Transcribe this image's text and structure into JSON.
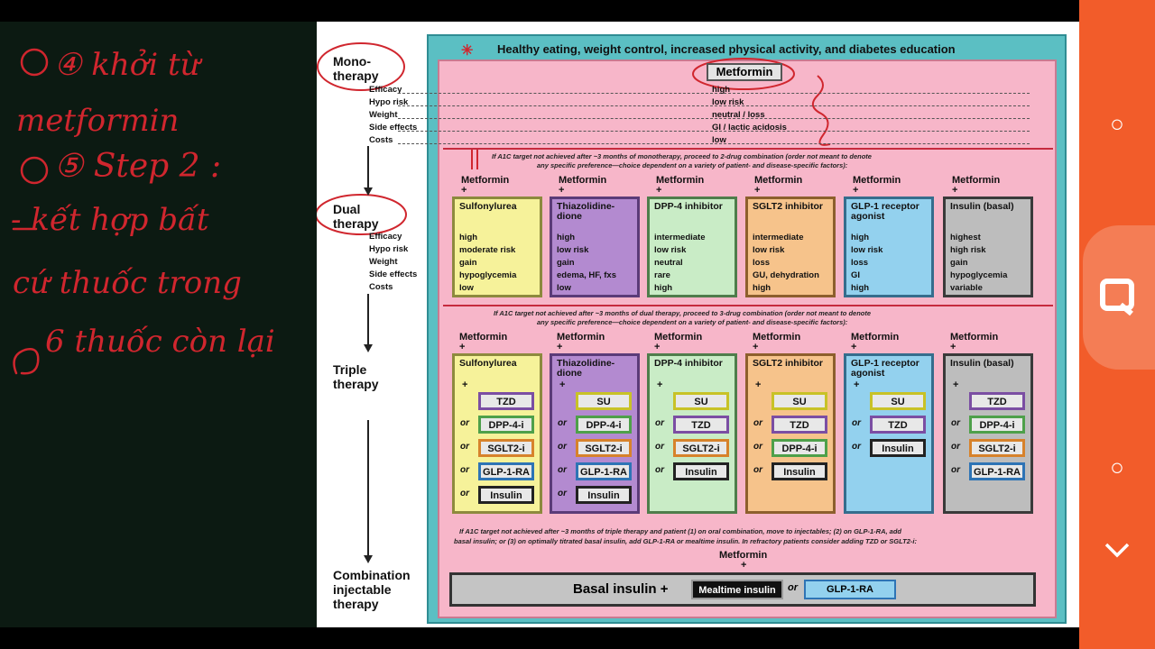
{
  "notes": {
    "line1": "④ khởi từ",
    "line2": "metformin",
    "line3": "⑤ Step 2 :",
    "line4": "- kết hợp bất",
    "line5": "cứ thuốc trong",
    "line6": "6 thuốc còn lại"
  },
  "slide": {
    "headline": "Healthy eating, weight control, increased physical activity, and diabetes education",
    "stages": {
      "mono": "Mono-therapy",
      "dual": "Dual therapy",
      "triple": "Triple therapy",
      "combo": "Combination injectable therapy"
    },
    "row_labels": [
      "Efficacy",
      "Hypo risk",
      "Weight",
      "Side effects",
      "Costs"
    ],
    "metformin_box": "Metformin",
    "metformin_values": [
      "high",
      "low risk",
      "neutral / loss",
      "GI / lactic acidosis",
      "low"
    ],
    "note1_l1": "If A1C target not achieved after ~3 months of monotherapy, proceed to 2-drug combination (order not meant to denote",
    "note1_l2": "any specific preference—choice dependent on a variety of patient- and disease-specific factors):",
    "note2_l1": "If A1C target not achieved after ~3 months of dual therapy, proceed to 3-drug combination (order not meant to denote",
    "note2_l2": "any specific preference—choice dependent on a variety of patient- and disease-specific factors):",
    "note3_l1": "If A1C target not achieved after ~3 months of triple therapy and patient (1) on oral combination, move to injectables; (2) on GLP-1-RA, add",
    "note3_l2": "basal insulin; or (3) on optimally titrated basal insulin, add GLP-1-RA or mealtime insulin. In refractory patients consider adding TZD or SGLT2-i:",
    "metformin_label": "Metformin",
    "plus": "+",
    "or": "or",
    "dual_cards": [
      {
        "title": "Sulfonylurea",
        "values": [
          "high",
          "moderate risk",
          "gain",
          "hypoglycemia",
          "low"
        ],
        "color": "#f6f29a",
        "border": "#8d8a3d"
      },
      {
        "title": "Thiazolidine-dione",
        "values": [
          "high",
          "low risk",
          "gain",
          "edema, HF, fxs",
          "low"
        ],
        "color": "#b38ad0",
        "border": "#5b3b78"
      },
      {
        "title": "DPP-4 inhibitor",
        "values": [
          "intermediate",
          "low risk",
          "neutral",
          "rare",
          "high"
        ],
        "color": "#c9ecc6",
        "border": "#4f7d4b"
      },
      {
        "title": "SGLT2 inhibitor",
        "values": [
          "intermediate",
          "low risk",
          "loss",
          "GU, dehydration",
          "high"
        ],
        "color": "#f6c38b",
        "border": "#8d5f2c"
      },
      {
        "title": "GLP-1 receptor agonist",
        "values": [
          "high",
          "low risk",
          "loss",
          "GI",
          "high"
        ],
        "color": "#93d1ee",
        "border": "#356d8d"
      },
      {
        "title": "Insulin (basal)",
        "values": [
          "highest",
          "high risk",
          "gain",
          "hypoglycemia",
          "variable"
        ],
        "color": "#bdbdbd",
        "border": "#3a3a3a"
      }
    ],
    "triple_cards": [
      {
        "title": "Sulfonylurea",
        "color": "#f6f29a",
        "border": "#8d8a3d",
        "opts": [
          "TZD",
          "DPP-4-i",
          "SGLT2-i",
          "GLP-1-RA",
          "Insulin"
        ],
        "opt_colors": [
          "#7b4ea3",
          "#4ea04a",
          "#d7822b",
          "#2e74b5",
          "#222"
        ]
      },
      {
        "title": "Thiazolidine-dione",
        "color": "#b38ad0",
        "border": "#5b3b78",
        "opts": [
          "SU",
          "DPP-4-i",
          "SGLT2-i",
          "GLP-1-RA",
          "Insulin"
        ],
        "opt_colors": [
          "#c8c227",
          "#4ea04a",
          "#d7822b",
          "#2e74b5",
          "#222"
        ]
      },
      {
        "title": "DPP-4 inhibitor",
        "color": "#c9ecc6",
        "border": "#4f7d4b",
        "opts": [
          "SU",
          "TZD",
          "SGLT2-i",
          "Insulin"
        ],
        "opt_colors": [
          "#c8c227",
          "#7b4ea3",
          "#d7822b",
          "#222"
        ]
      },
      {
        "title": "SGLT2 inhibitor",
        "color": "#f6c38b",
        "border": "#8d5f2c",
        "opts": [
          "SU",
          "TZD",
          "DPP-4-i",
          "Insulin"
        ],
        "opt_colors": [
          "#c8c227",
          "#7b4ea3",
          "#4ea04a",
          "#222"
        ]
      },
      {
        "title": "GLP-1 receptor agonist",
        "color": "#93d1ee",
        "border": "#356d8d",
        "opts": [
          "SU",
          "TZD",
          "Insulin"
        ],
        "opt_colors": [
          "#c8c227",
          "#7b4ea3",
          "#222"
        ]
      },
      {
        "title": "Insulin (basal)",
        "color": "#bdbdbd",
        "border": "#3a3a3a",
        "opts": [
          "TZD",
          "DPP-4-i",
          "SGLT2-i",
          "GLP-1-RA"
        ],
        "opt_colors": [
          "#7b4ea3",
          "#4ea04a",
          "#d7822b",
          "#2e74b5"
        ]
      }
    ],
    "combo": {
      "basal": "Basal insulin +",
      "mealtime": "Mealtime insulin",
      "or": "or",
      "glp1": "GLP-1-RA"
    }
  },
  "panel": {
    "icons": [
      "circle-icon",
      "quick-edit-icon",
      "circle-icon",
      "chevron-down-icon"
    ]
  }
}
